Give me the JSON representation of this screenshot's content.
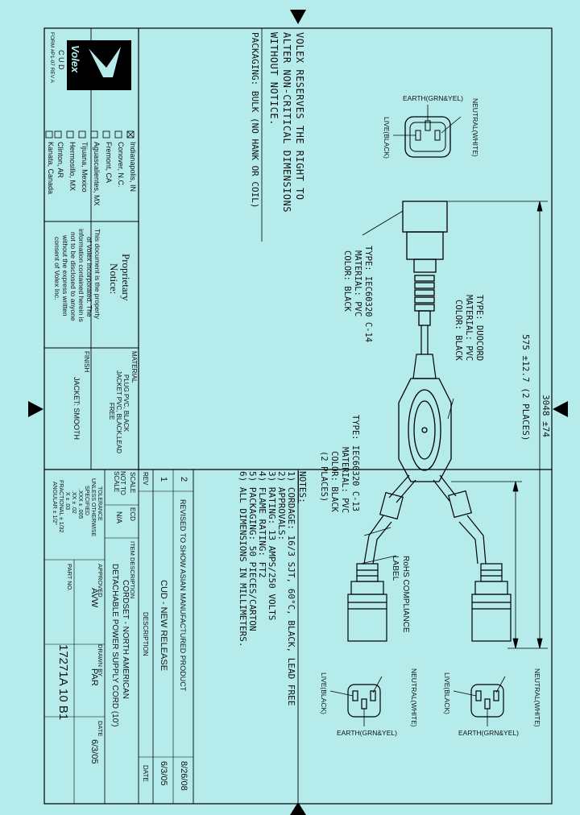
{
  "company": {
    "logo_text": "Volex",
    "cud_text": "C U D",
    "form_text": "FORM #P1-07 REV A"
  },
  "locations": [
    {
      "label": "Indianapolis, IN",
      "checked": true
    },
    {
      "label": "Conover, N.C.",
      "checked": false
    },
    {
      "label": "Fremont, CA",
      "checked": false
    },
    {
      "label": "Aguascalientes, MX",
      "checked": false
    },
    {
      "label": "Tijuana, Mexico",
      "checked": false
    },
    {
      "label": "Hermosillo, MX",
      "checked": false
    },
    {
      "label": "Clinton, AR",
      "checked": false
    },
    {
      "label": "Kanata, Canada",
      "checked": false
    }
  ],
  "proprietary": {
    "title_line1": "Proprietary",
    "title_line2": "Notice:",
    "lines": [
      "This document is the property",
      "of Volex Incorporated. The",
      "information contained herein is",
      "not to be disclosed to anyone",
      "without the express written",
      "consent of Volex Inc."
    ]
  },
  "material_block": {
    "label": "MATERIAL",
    "lines": [
      "PLUG PVC, BLACK",
      "JACKET PVC, BLACK,LEAD",
      "FREE"
    ]
  },
  "finish_block": {
    "label": "FINISH",
    "value": "JACKET: SMOOTH"
  },
  "reserve_notice": [
    "VOLEX RESERVES THE RIGHT TO",
    "ALTER NON-CRITICAL DIMENSIONS",
    "WITHOUT NOTICE."
  ],
  "packaging": "PACKAGING: BULK (NO HANK OR COIL)",
  "connector_top": {
    "live": "LIVE(BLACK)",
    "earth": "EARTH(GRN&YEL)",
    "neutral": "NEUTRAL(WHITE)"
  },
  "connector_bottom_left": {
    "live": "LIVE(BLACK)",
    "earth": "EARTH(GRN&YEL)",
    "neutral": "NEUTRAL(WHITE)"
  },
  "connector_bottom_right": {
    "live": "LIVE(BLACK)",
    "earth": "EARTH(GRN&YEL)",
    "neutral": "NEUTRAL(WHITE)"
  },
  "callouts": {
    "c14": [
      "TYPE: IEC60320 C-14",
      "MATERIAL: PVC",
      "COLOR: BLACK"
    ],
    "duocord": [
      "TYPE: DUOCORD",
      "MATERIAL: PVC",
      "COLOR: BLACK"
    ],
    "c13": [
      "TYPE: IEC60320 C-13",
      "MATERIAL: PVC",
      "COLOR: BLACK",
      "(2 PLACES)"
    ],
    "rohs": [
      "RoHS COMPLIANCE",
      "LABEL"
    ]
  },
  "dimensions": {
    "overall": "3048 ±74",
    "branch": "575 ±12.7 (2 PLACES)"
  },
  "notes": {
    "title": "NOTES:",
    "items": [
      "1) CORDAGE: 16/3 SJT, 60°C, BLACK, LEAD FREE",
      "2) APPROVALS:",
      "3) RATING: 13 AMPS/250 VOLTS",
      "4) FLAME RATING: FT2",
      "5) PACKAGING: 50 PIECES/CARTON",
      "6) ALL DIMENSIONS IN MILLIMETERS."
    ]
  },
  "revisions": {
    "header_rev": "REV",
    "header_ecd": "ECD",
    "header_desc": "DESCRIPTION",
    "header_date": "DATE",
    "rows": [
      {
        "rev": "2",
        "description": "REVISED TO SHOW ASIAN MANUFACTURED PRODUCT",
        "date": "8/26/08"
      },
      {
        "rev": "1",
        "description": "CUD - NEW RELEASE",
        "date": "6/3/05"
      }
    ]
  },
  "title_block": {
    "scale_label": "SCALE",
    "scale_value": "NOT TO SCALE",
    "scale_na": "N/A",
    "item_desc_label": "ITEM DESCRIPTION",
    "item_desc_lines": [
      "CORDSET - NORTH AMERICAN",
      "DETACHABLE POWER SUPPLY CORD (10')"
    ],
    "drawn_by_label": "DRAWN BY",
    "drawn_by": "PAR",
    "approved_label": "APPROVED",
    "approved": "AVW",
    "date_label": "DATE",
    "date": "6/3/05",
    "part_no_label": "PART NO.",
    "part_no": "17271A 10 B1",
    "tolerance_lines": [
      "TOLERANCE",
      "UNLESS OTHERWISE",
      "SPECIFIED",
      ".XXX ± .005",
      ".XX ± .02",
      "X ± .03",
      "FRACTIONAL ± 1/32",
      "ANGULAR ± 1/2°"
    ]
  },
  "colors": {
    "background": "#b5eceb",
    "ink": "#111111"
  }
}
